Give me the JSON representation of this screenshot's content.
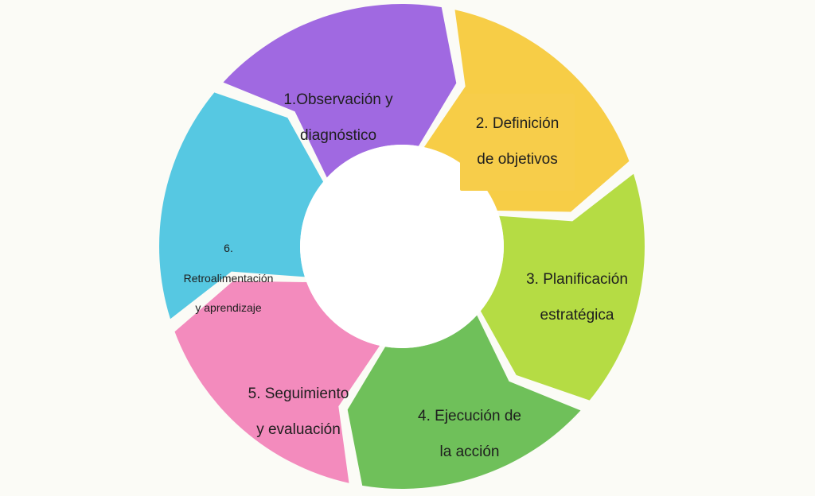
{
  "cycle": {
    "segments": [
      {
        "id": "1",
        "label_line1": "1.Observación   y",
        "label_line2": "diagnóstico",
        "color": "#a069e1"
      },
      {
        "id": "2",
        "label_line1": "2. Definición",
        "label_line2": "de objetivos",
        "color": "#f7cd46"
      },
      {
        "id": "3",
        "label_line1": "3. Planificación",
        "label_line2": "estratégica",
        "color": "#b5dc44"
      },
      {
        "id": "4",
        "label_line1": "4. Ejecución de",
        "label_line2": "la acción",
        "color": "#6fc05a"
      },
      {
        "id": "5",
        "label_line1": "5. Seguimiento",
        "label_line2": "y evaluación",
        "color": "#f38bbd"
      },
      {
        "id": "6",
        "label_line1": "6.",
        "label_line2": "Retroalimentación",
        "label_line3": "y aprendizaje",
        "color": "#56c8e2"
      }
    ],
    "center_color": "#ffffff",
    "gap_color": "#fbfbf6"
  }
}
